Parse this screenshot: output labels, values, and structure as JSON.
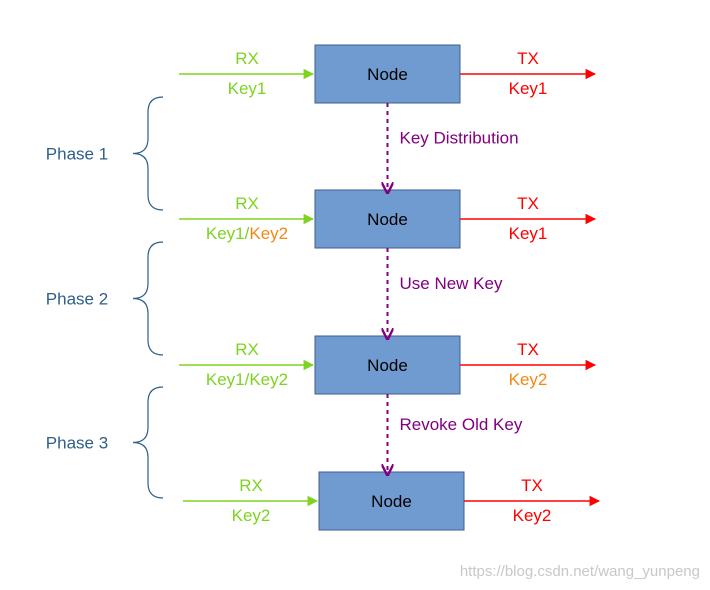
{
  "colors": {
    "node_fill": "#6f9bd1",
    "node_stroke": "#3d5f8a",
    "rx": "#7ed321",
    "tx": "#ff0000",
    "new_key": "#f08a16",
    "step": "#800080",
    "phase": "#2e5f8a",
    "brace": "#2e5f8a"
  },
  "nodes": [
    {
      "label": "Node",
      "rx_label": "RX",
      "rx_key": "Key1",
      "rx_key_new": "",
      "tx_label": "TX",
      "tx_key": "Key1",
      "tx_key_is_new": false
    },
    {
      "label": "Node",
      "rx_label": "RX",
      "rx_key": "Key1/",
      "rx_key_new": "Key2",
      "tx_label": "TX",
      "tx_key": "Key1",
      "tx_key_is_new": false
    },
    {
      "label": "Node",
      "rx_label": "RX",
      "rx_key": "Key1/Key2",
      "rx_key_new": "",
      "tx_label": "TX",
      "tx_key": "Key2",
      "tx_key_is_new": true
    },
    {
      "label": "Node",
      "rx_label": "RX",
      "rx_key": "Key2",
      "rx_key_new": "",
      "tx_label": "TX",
      "tx_key": "Key2",
      "tx_key_is_new": false
    }
  ],
  "steps": [
    "Key Distribution",
    "Use New Key",
    "Revoke Old Key"
  ],
  "phases": [
    "Phase 1",
    "Phase 2",
    "Phase 3"
  ],
  "watermark": "https://blog.csdn.net/wang_yunpeng"
}
